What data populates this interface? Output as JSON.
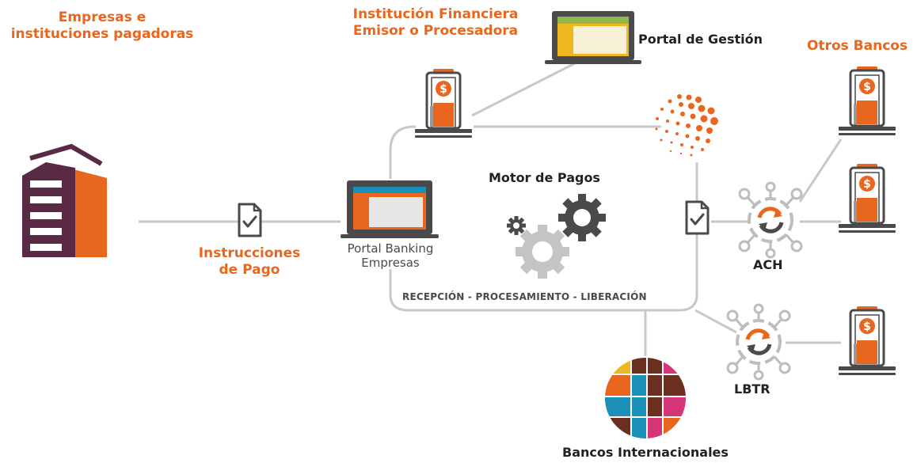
{
  "labels": {
    "empresas_line1": "Empresas e",
    "empresas_line2": "instituciones pagadoras",
    "institucion_line1": "Institución Financiera",
    "institucion_line2": "Emisor o Procesadora",
    "portal_gestion": "Portal de Gestión",
    "otros_bancos": "Otros Bancos",
    "motor_pagos": "Motor de Pagos",
    "portal_banking_line1": "Portal Banking",
    "portal_banking_line2": "Empresas",
    "instrucciones_line1": "Instrucciones",
    "instrucciones_line2": "de Pago",
    "ach": "ACH",
    "lbtr": "LBTR",
    "flujo": "RECEPCIÓN - PROCESAMIENTO - LIBERACIÓN",
    "bancos_internacionales": "Bancos Internacionales"
  },
  "colors": {
    "orange": "#e8661e",
    "purple": "#5a2a45",
    "dark_gray": "#4a4a4a",
    "line_gray": "#c8c8c8",
    "blue": "#1a8fb8",
    "brown": "#6b2f1f",
    "pink": "#d6357a",
    "yellow": "#f0b81e",
    "green": "#8fb84a"
  },
  "icons": {
    "building": "building-icon",
    "document": "document-check-icon",
    "laptop": "laptop-icon",
    "bank_terminal": "bank-terminal-icon",
    "gears": "gears-icon",
    "dot_sphere": "dot-sphere-icon",
    "exchange": "exchange-hub-icon",
    "globe": "globe-icon"
  }
}
